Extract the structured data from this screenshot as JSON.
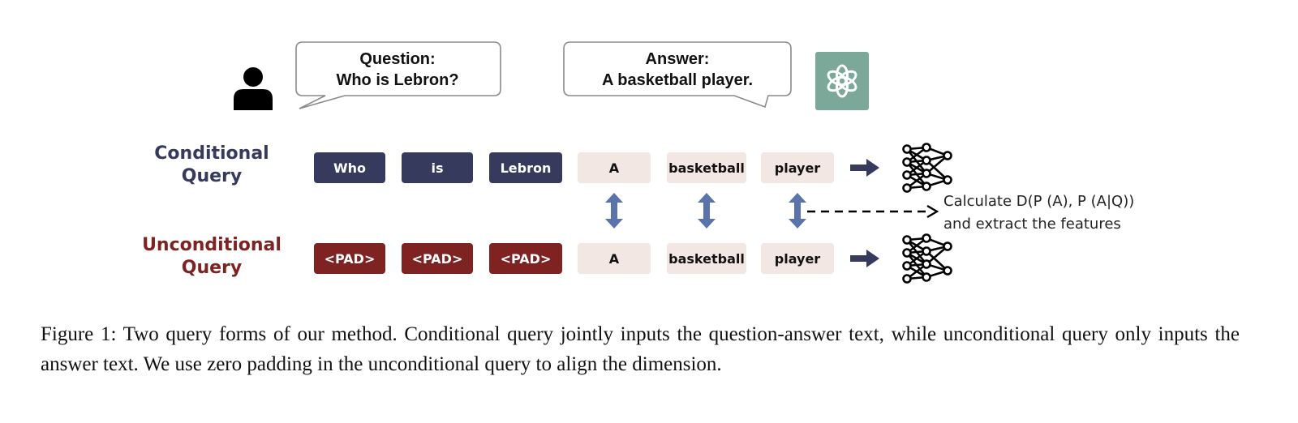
{
  "bubbles": {
    "question": {
      "line1": "Question:",
      "line2": "Who is Lebron?"
    },
    "answer": {
      "line1": "Answer:",
      "line2": "A basketball player."
    }
  },
  "icons": {
    "user": "person-icon",
    "assistant": "openai-logo-icon",
    "network": "neural-network-icon"
  },
  "rows": {
    "conditional": {
      "label_line1": "Conditional",
      "label_line2": "Query",
      "tokens": [
        "Who",
        "is",
        "Lebron",
        "A",
        "basketball",
        "player"
      ]
    },
    "unconditional": {
      "label_line1": "Unconditional",
      "label_line2": "Query",
      "tokens": [
        "<PAD>",
        "<PAD>",
        "<PAD>",
        "A",
        "basketball",
        "player"
      ]
    }
  },
  "calculation": {
    "line1": "Calculate D(P (A), P (A|Q))",
    "line2": "and extract the features"
  },
  "caption": "Figure 1: Two query forms of our method. Conditional query jointly inputs the question-answer text, while unconditional query only inputs the answer text. We use zero padding in the unconditional query to align the dimension.",
  "colors": {
    "conditional_token": "#363b5e",
    "unconditional_token": "#7e2222",
    "answer_token": "#f3e7e4",
    "arrow": "#5a73ab",
    "assistant_logo_bg": "#7ba899"
  }
}
